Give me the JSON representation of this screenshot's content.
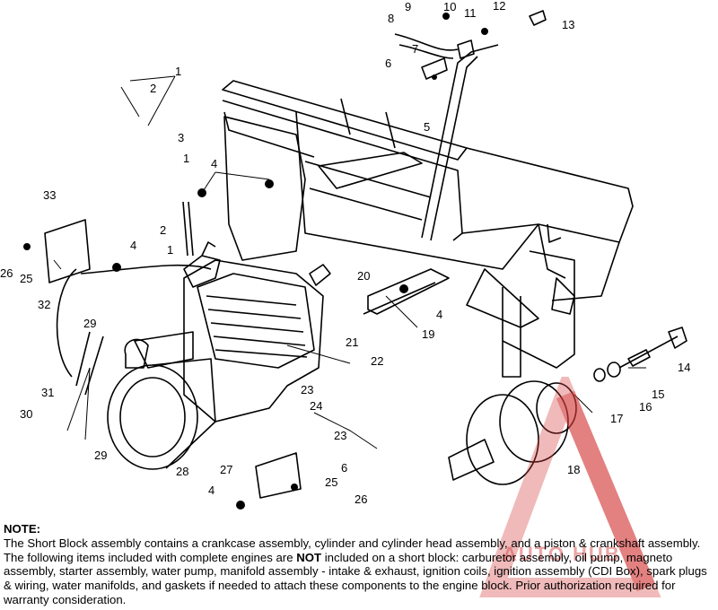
{
  "diagram": {
    "callouts": [
      "1",
      "2",
      "3",
      "1",
      "2",
      "1",
      "4",
      "33",
      "4",
      "26",
      "25",
      "32",
      "29",
      "31",
      "30",
      "29",
      "28",
      "27",
      "4",
      "25",
      "26",
      "6",
      "23",
      "24",
      "23",
      "21",
      "22",
      "20",
      "4",
      "19",
      "14",
      "15",
      "16",
      "17",
      "18",
      "8",
      "9",
      "10",
      "11",
      "12",
      "13",
      "7",
      "6",
      "5"
    ]
  },
  "note": {
    "title": "NOTE:",
    "line1": "The Short Block assembly contains a crankcase assembly, cylinder and cylinder head assembly, and a piston & crankshaft assembly.  The following items included with complete engines are ",
    "not_word": "NOT",
    "line2": " included on a short block:  carburetor assembly, oil pump, magneto assembly, starter assembly, water pump, manifold assembly - intake & exhaust, ignition coils, ignition assembly (CDI Box), spark plugs & wiring, water manifolds, and gaskets if needed to attach these components to the engine block.  Prior authorization required for warranty consideration."
  },
  "watermark": {
    "text": "AUTO HUB",
    "color": "#d33a3a"
  }
}
